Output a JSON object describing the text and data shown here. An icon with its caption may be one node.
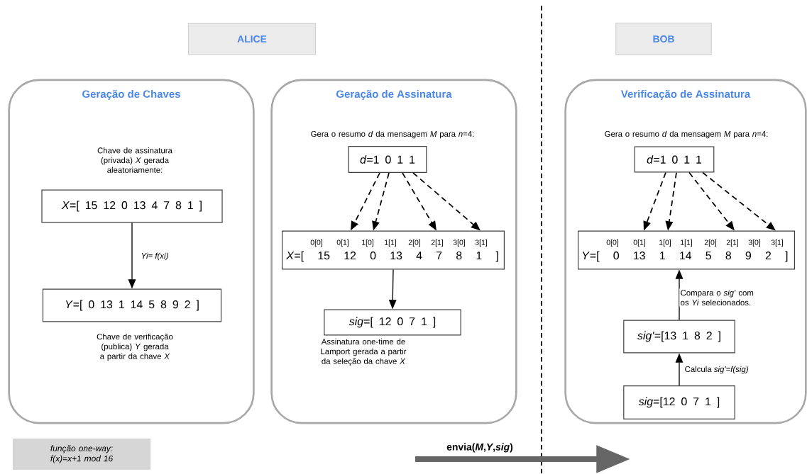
{
  "diagram": {
    "nodes": [
      {
        "text": [
          "ALICE"
        ]
      },
      {
        "text": [
          "BOB"
        ]
      },
      {
        "text": [
          "Geração de Chaves"
        ]
      },
      {
        "text": [
          "*X*=[ 15 12 0 13 4 7 8 1 ]"
        ],
        "in": 2,
        "beside": [
          "Chave de assinatura (privada) *X* gerada aleatoriamente:"
        ]
      },
      {
        "text": [
          "*Y*=[ 0 13 1 14 5 8 9 2 ]"
        ],
        "in": 2,
        "beside": [
          "Chave de verificação (publica) *Y* gerada a partir da chave *X*"
        ]
      },
      {
        "text": [
          "Geração de Assinatura"
        ]
      },
      {
        "text": [
          "*d*=1 0 1 1"
        ],
        "in": 5,
        "beside": [
          "Gera o resumo *d* da mensagem *M* para *n*=4:"
        ]
      },
      {
        "text": [
          "0[0]",
          "0[1]",
          "1[0]",
          "1[1]",
          "2[0]",
          "2[1]",
          "3[0]",
          "3[1]",
          "*X*=[ 15 12 0 13 4 7 8 1 ]"
        ],
        "in": 5
      },
      {
        "text": [
          "*sig*=[ 12 0 7 1 ]"
        ],
        "in": 5,
        "beside": [
          "Assinatura one-time de Lamport gerada a partir da seleção da chave *X*"
        ]
      },
      {
        "text": [
          "Verificação de Assinatura"
        ]
      },
      {
        "text": [
          "*d*=1 0 1 1"
        ],
        "in": 9,
        "beside": [
          "Gera o resumo *d* da mensagem *M* para *n*=4:"
        ]
      },
      {
        "text": [
          "0[0]",
          "0[1]",
          "1[0]",
          "1[1]",
          "2[0]",
          "2[1]",
          "3[0]",
          "3[1]",
          "*Y*=[ 0 13 1 14 5 8 9 2 ]"
        ],
        "in": 9
      },
      {
        "text": [
          "*sig'*=[13 1 8 2 ]"
        ],
        "in": 9
      },
      {
        "text": [
          "*sig*=[12 0 7 1 ]"
        ],
        "in": 9
      },
      {
        "text": [
          "função one-way: f(x)=x+1 mod 16"
        ]
      }
    ],
    "edges": [
      {
        "from": 3,
        "to": 4,
        "arrow": "to",
        "label": "Yi= f(xi)"
      },
      {
        "from": 6,
        "to": 7,
        "arrow": "to",
        "style": "dashed"
      },
      {
        "from": 6,
        "to": 7,
        "arrow": "to",
        "style": "dashed"
      },
      {
        "from": 6,
        "to": 7,
        "arrow": "to",
        "style": "dashed"
      },
      {
        "from": 6,
        "to": 7,
        "arrow": "to",
        "style": "dashed"
      },
      {
        "from": 7,
        "to": 8,
        "arrow": "to"
      },
      {
        "from": 10,
        "to": 11,
        "arrow": "to",
        "style": "dashed"
      },
      {
        "from": 10,
        "to": 11,
        "arrow": "to",
        "style": "dashed"
      },
      {
        "from": 10,
        "to": 11,
        "arrow": "to",
        "style": "dashed"
      },
      {
        "from": 10,
        "to": 11,
        "arrow": "to",
        "style": "dashed"
      },
      {
        "from": 13,
        "to": 12,
        "arrow": "to",
        "label": "Calcula *sig'=f(sig)*"
      },
      {
        "from": 12,
        "to": 11,
        "arrow": "to",
        "label": "Compara o *sig'* com os *Yi* selecionados."
      }
    ],
    "labels": [
      "envia(*M*,*Y*,*sig*)"
    ]
  }
}
